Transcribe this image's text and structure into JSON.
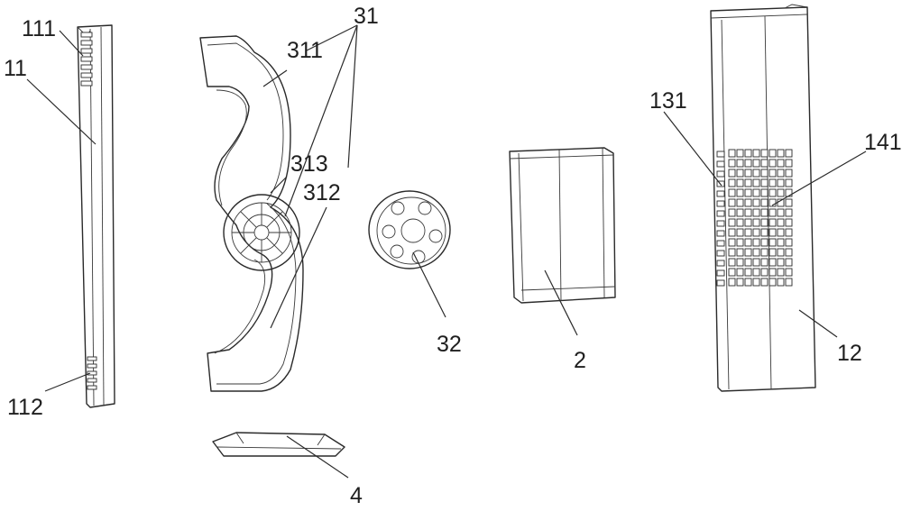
{
  "labels": {
    "l111": "111",
    "l11": "11",
    "l112": "112",
    "l311": "311",
    "l31": "31",
    "l313": "313",
    "l312": "312",
    "l32": "32",
    "l2": "2",
    "l131": "131",
    "l141": "141",
    "l12": "12",
    "l4": "4"
  },
  "colors": {
    "line": "#2a2a2a",
    "background": "#ffffff"
  }
}
